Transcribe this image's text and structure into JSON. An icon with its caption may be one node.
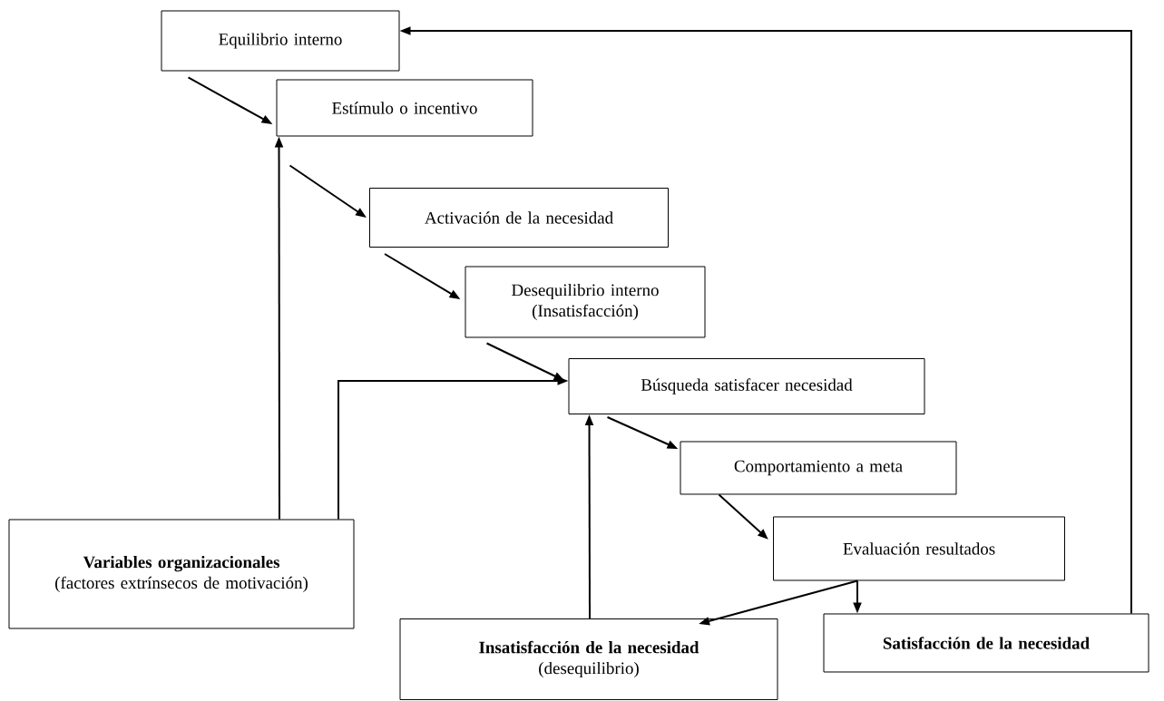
{
  "diagram": {
    "nodes": [
      {
        "text": [
          "Equilibrio interno"
        ]
      },
      {
        "text": [
          "Estímulo o incentivo"
        ]
      },
      {
        "text": [
          "Activación de la necesidad"
        ]
      },
      {
        "text": [
          "Desequilibrio interno (Insatisfacción)"
        ]
      },
      {
        "text": [
          "Búsqueda satisfacer necesidad"
        ]
      },
      {
        "text": [
          "Comportamiento a meta"
        ]
      },
      {
        "text": [
          "Evaluación resultados"
        ]
      },
      {
        "text": [
          "Variables organizacionales",
          "(factores extrínsecos de motivación)"
        ]
      },
      {
        "text": [
          "Insatisfacción de la necesidad",
          "(desequilibrio)"
        ]
      },
      {
        "text": [
          "Satisfacción de la necesidad"
        ]
      }
    ],
    "edges": [
      {
        "from": 0,
        "to": 1,
        "arrow": "to"
      },
      {
        "from": 1,
        "to": 2,
        "arrow": "to"
      },
      {
        "from": 2,
        "to": 3,
        "arrow": "to"
      },
      {
        "from": 3,
        "to": 4,
        "arrow": "to"
      },
      {
        "from": 4,
        "to": 5,
        "arrow": "to"
      },
      {
        "from": 5,
        "to": 6,
        "arrow": "to"
      },
      {
        "from": 6,
        "to": 8,
        "arrow": "to"
      },
      {
        "from": 6,
        "to": 9,
        "arrow": "to"
      },
      {
        "from": 9,
        "to": 0,
        "arrow": "to"
      },
      {
        "from": 7,
        "to": 1,
        "arrow": "to"
      },
      {
        "from": 7,
        "to": 4,
        "arrow": "to"
      },
      {
        "from": 8,
        "to": 4,
        "arrow": "to"
      }
    ]
  }
}
